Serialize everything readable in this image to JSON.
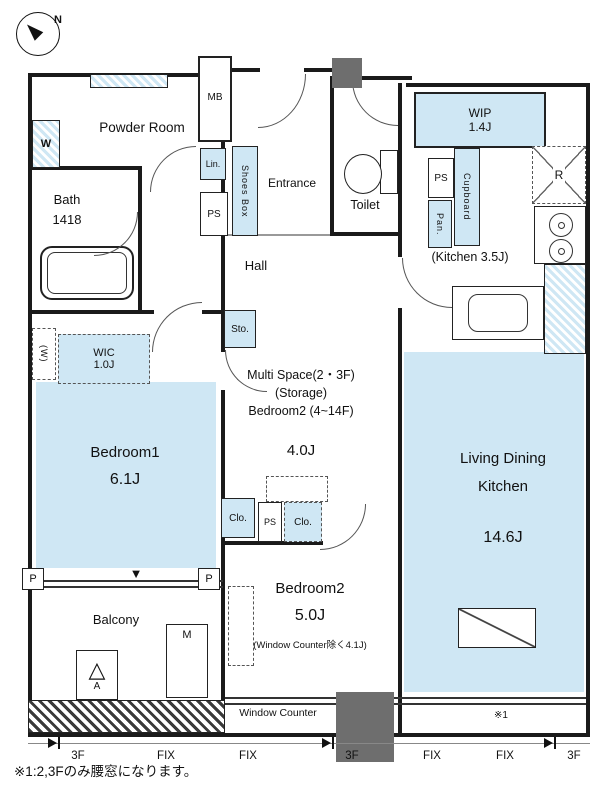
{
  "compass": {
    "label": "N"
  },
  "labels": {
    "mb": "MB",
    "powder_room": "Powder Room",
    "w": "W",
    "bath": "Bath",
    "bath_size": "1418",
    "lin": "Lin.",
    "ps1": "PS",
    "shoes_box": "Shoes Box",
    "entrance": "Entrance",
    "toilet": "Toilet",
    "ps2": "PS",
    "pan": "Pan.",
    "cupboard": "Cupboard",
    "wip": "WIP",
    "wip_size": "1.4J",
    "r": "R",
    "kitchen": "(Kitchen 3.5J)",
    "hall": "Hall",
    "sto": "Sto.",
    "w_paren": "(W)",
    "wic": "WIC",
    "wic_size": "1.0J",
    "bedroom1": "Bedroom1",
    "bedroom1_size": "6.1J",
    "multi_line1": "Multi Space(2・3F)",
    "multi_line2": "(Storage)",
    "multi_line3": "Bedroom2 (4~14F)",
    "multi_size": "4.0J",
    "clo1": "Clo.",
    "ps3": "PS",
    "clo2": "Clo.",
    "ldk_line1": "Living Dining",
    "ldk_line2": "Kitchen",
    "ldk_size": "14.6J",
    "bedroom2": "Bedroom2",
    "bedroom2_size": "5.0J",
    "bedroom2_note": "(Window Counter除く4.1J)",
    "p_left": "P",
    "p_right": "P",
    "balcony": "Balcony",
    "a_marker": "A",
    "a_triangle": "△",
    "m_marker": "M",
    "window_counter": "Window Counter",
    "ref1": "※1",
    "down_triangle": "▼"
  },
  "bottom_labels": [
    "3F",
    "FIX",
    "FIX",
    "3F",
    "FIX",
    "FIX",
    "3F"
  ],
  "footnote": "※1:2,3Fのみ腰窓になります。",
  "colors": {
    "highlight": "#cfe7f4",
    "wall": "#1a1a1a",
    "pillar": "#6e6e6e"
  }
}
